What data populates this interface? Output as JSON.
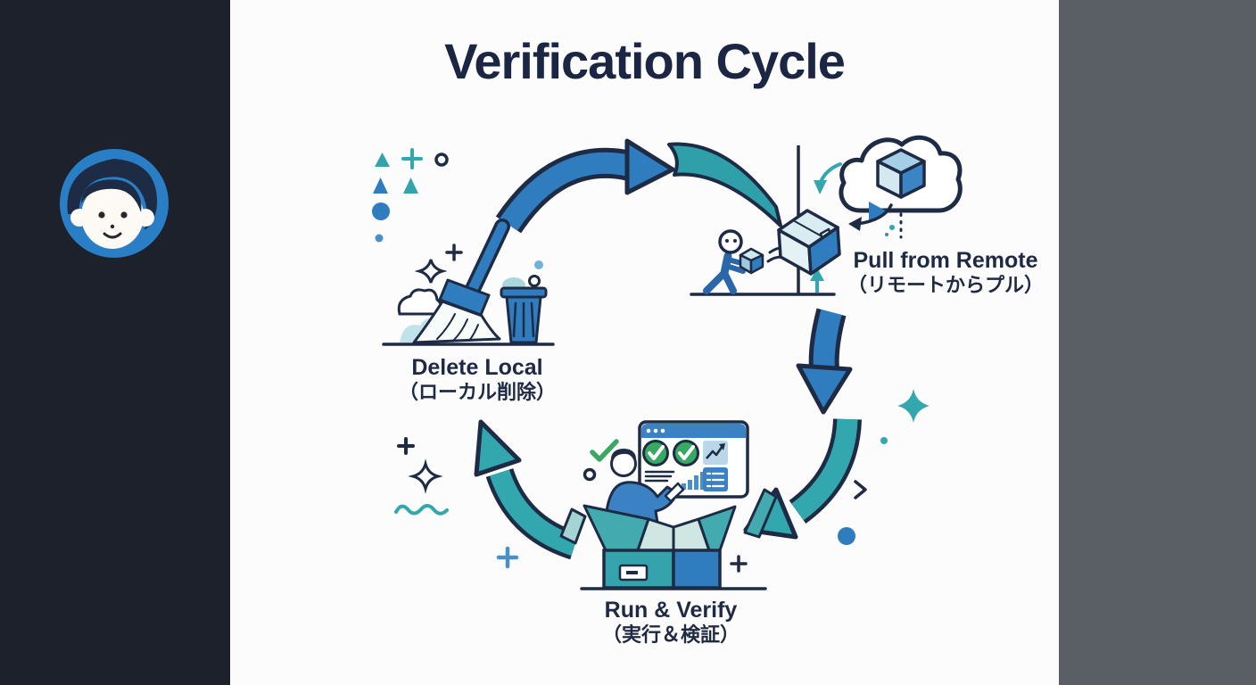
{
  "title": "Verification Cycle",
  "steps": {
    "pull": {
      "en": "Pull from Remote",
      "ja": "（リモートからプル）"
    },
    "delete": {
      "en": "Delete Local",
      "ja": "（ローカル削除）"
    },
    "run": {
      "en": "Run & Verify",
      "ja": "（実行＆検証）"
    }
  },
  "icons": [
    "user-avatar-icon",
    "broom-icon",
    "trash-can-icon",
    "dust-puff-icon",
    "person-carrying-box-icon",
    "package-box-icon",
    "cloud-package-icon",
    "pull-arrow-icon",
    "checklist-window-icon",
    "open-box-icon",
    "pointing-person-icon",
    "cycle-arrow"
  ],
  "colors": {
    "left_bg": "#1c212b",
    "right_bg": "#5a5e65",
    "panel_bg": "#fcfcfd",
    "ink": "#1e2b45",
    "blue": "#2f7dbf",
    "teal": "#33a7ae",
    "green": "#38a863",
    "light_blue": "#b9d7e8",
    "title_color": "#1b2644"
  }
}
